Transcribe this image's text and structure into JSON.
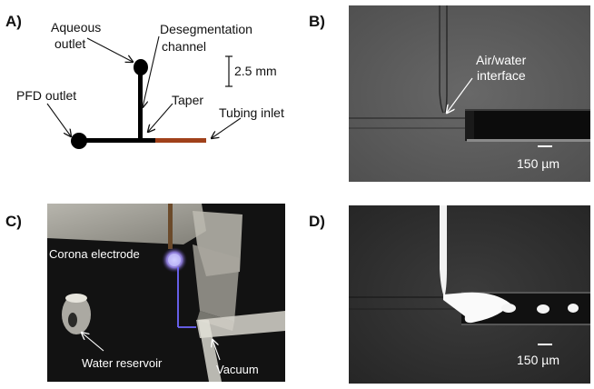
{
  "panels": {
    "a": {
      "letter": "A)",
      "labels": {
        "aqueous_line1": "Aqueous",
        "aqueous_line2": "outlet",
        "deseg_line1": "Desegmentation",
        "deseg_line2": "channel",
        "scale": "2.5 mm",
        "taper": "Taper",
        "pfd_outlet": "PFD outlet",
        "tubing_inlet": "Tubing inlet"
      },
      "colors": {
        "channel": "#000000",
        "tubing": "#a0411a"
      }
    },
    "b": {
      "letter": "B)",
      "annotation_line1": "Air/water",
      "annotation_line2": "interface",
      "scalebar": "150 µm"
    },
    "c": {
      "letter": "C)",
      "labels": {
        "electrode": "Corona electrode",
        "reservoir": "Water reservoir",
        "vacuum": "Vacuum"
      }
    },
    "d": {
      "letter": "D)",
      "scalebar": "150 µm"
    }
  }
}
